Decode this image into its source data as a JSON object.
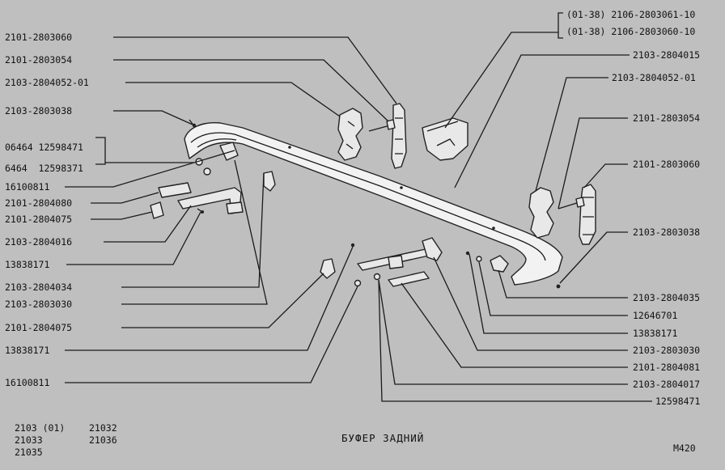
{
  "labels_left": [
    "2101-2803060",
    "2101-2803054",
    "2103-2804052-01",
    "2103-2803038",
    "06464 12598471",
    "6464  12598371",
    "16100811",
    "2101-2804080",
    "2101-2804075",
    "2103-2804016",
    "13838171",
    "2103-2804034",
    "2103-2803030",
    "2101-2804075",
    "13838171",
    "16100811"
  ],
  "labels_right_top": [
    "(01-38) 2106-2803061-10",
    "(01-38) 2106-2803060-10"
  ],
  "labels_right": [
    "2103-2804015",
    "2103-2804052-01",
    "2101-2803054",
    "2101-2803060",
    "2103-2803038",
    "2103-2804035",
    "12646701",
    "13838171",
    "2103-2803030",
    "2101-2804081",
    "2103-2804017",
    "12598471"
  ],
  "models": [
    "2103 (01)",
    "21032",
    "21033",
    "21036",
    "21035"
  ],
  "title": "БУФЕР ЗАДНИЙ",
  "code": "М420"
}
